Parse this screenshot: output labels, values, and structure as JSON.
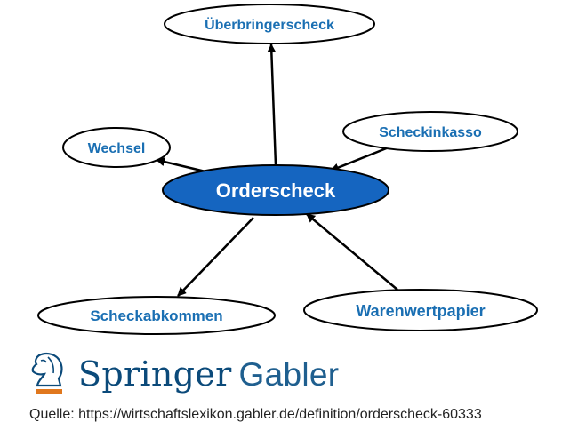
{
  "diagram": {
    "center": "Orderscheck",
    "nodes": {
      "top": "Überbringerscheck",
      "left": "Wechsel",
      "right": "Scheckinkasso",
      "bottom_left": "Scheckabkommen",
      "bottom_right": "Warenwertpapier"
    },
    "colors": {
      "center_fill": "#1565c0",
      "node_text": "#1a6fb3",
      "edge": "#000000"
    }
  },
  "footer": {
    "brand_primary": "Springer",
    "brand_secondary": "Gabler",
    "source": "Quelle: https://wirtschaftslexikon.gabler.de/definition/orderscheck-60333"
  }
}
